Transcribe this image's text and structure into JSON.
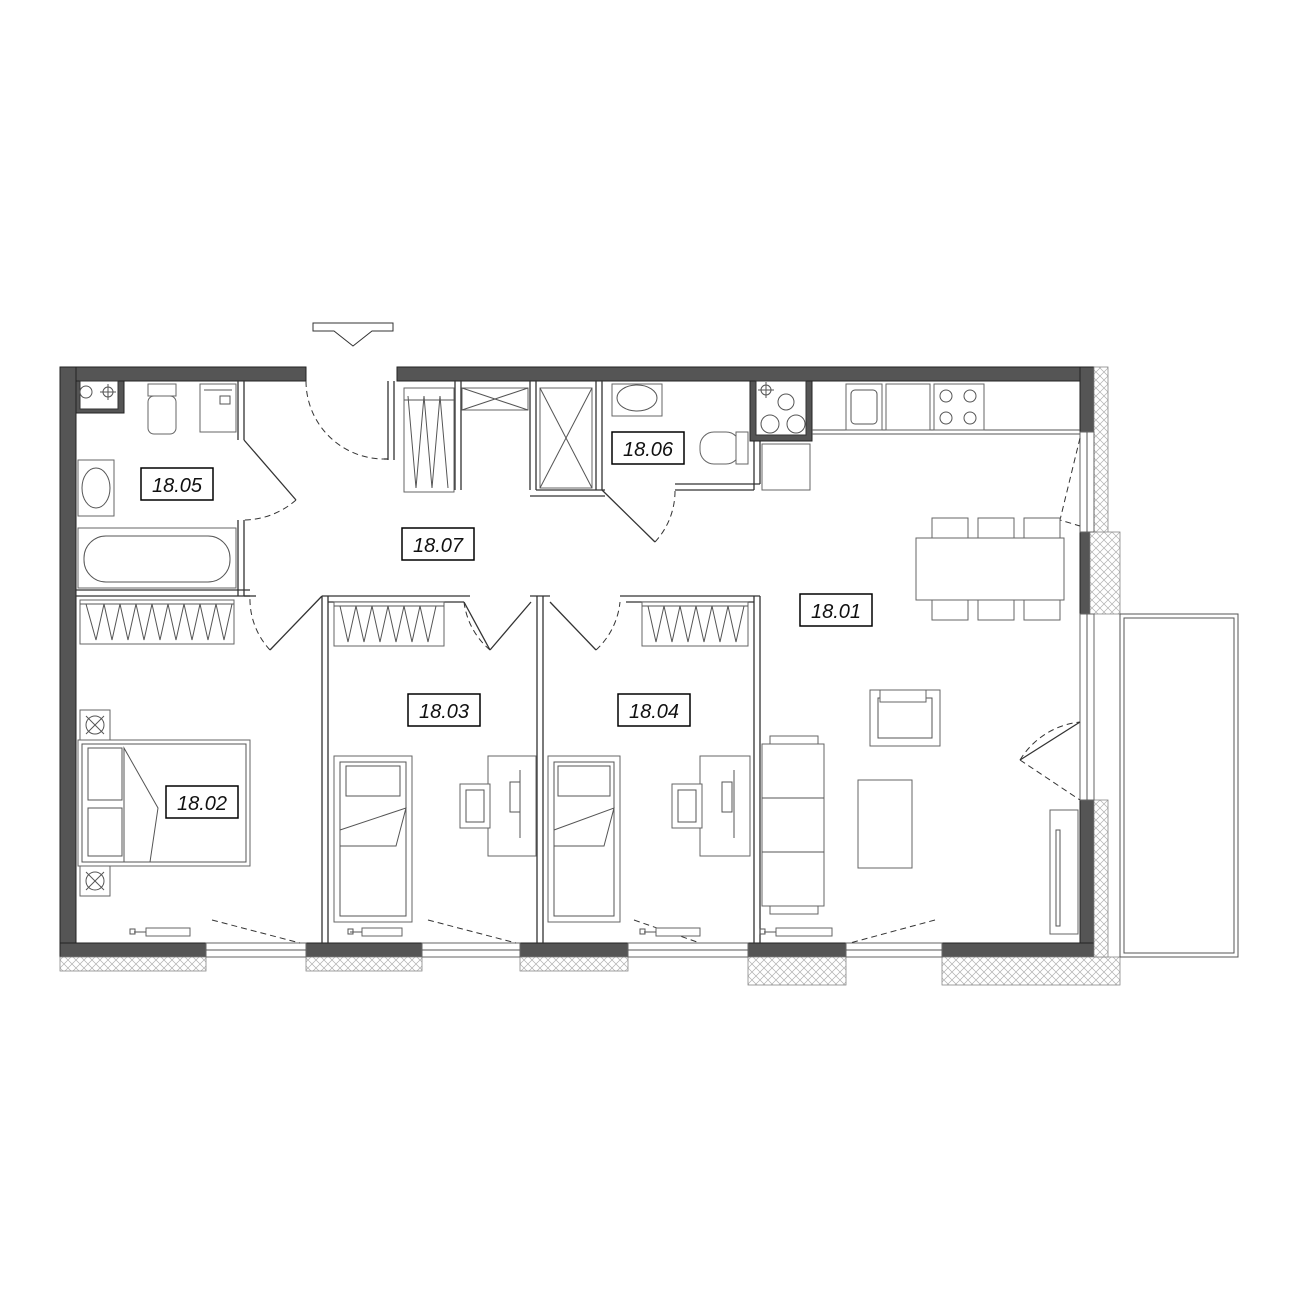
{
  "plan": {
    "rooms": [
      {
        "id": "18.01",
        "label": "18.01"
      },
      {
        "id": "18.02",
        "label": "18.02"
      },
      {
        "id": "18.03",
        "label": "18.03"
      },
      {
        "id": "18.04",
        "label": "18.04"
      },
      {
        "id": "18.05",
        "label": "18.05"
      },
      {
        "id": "18.06",
        "label": "18.06"
      },
      {
        "id": "18.07",
        "label": "18.07"
      }
    ],
    "icons": [
      "entrance-arrow-icon",
      "ventilation-shaft-icon",
      "radiator-icon",
      "fan-icon"
    ],
    "colors": {
      "wall": "#555555",
      "line": "#333333",
      "background": "#ffffff",
      "insulation": "#bbbbbb"
    }
  }
}
